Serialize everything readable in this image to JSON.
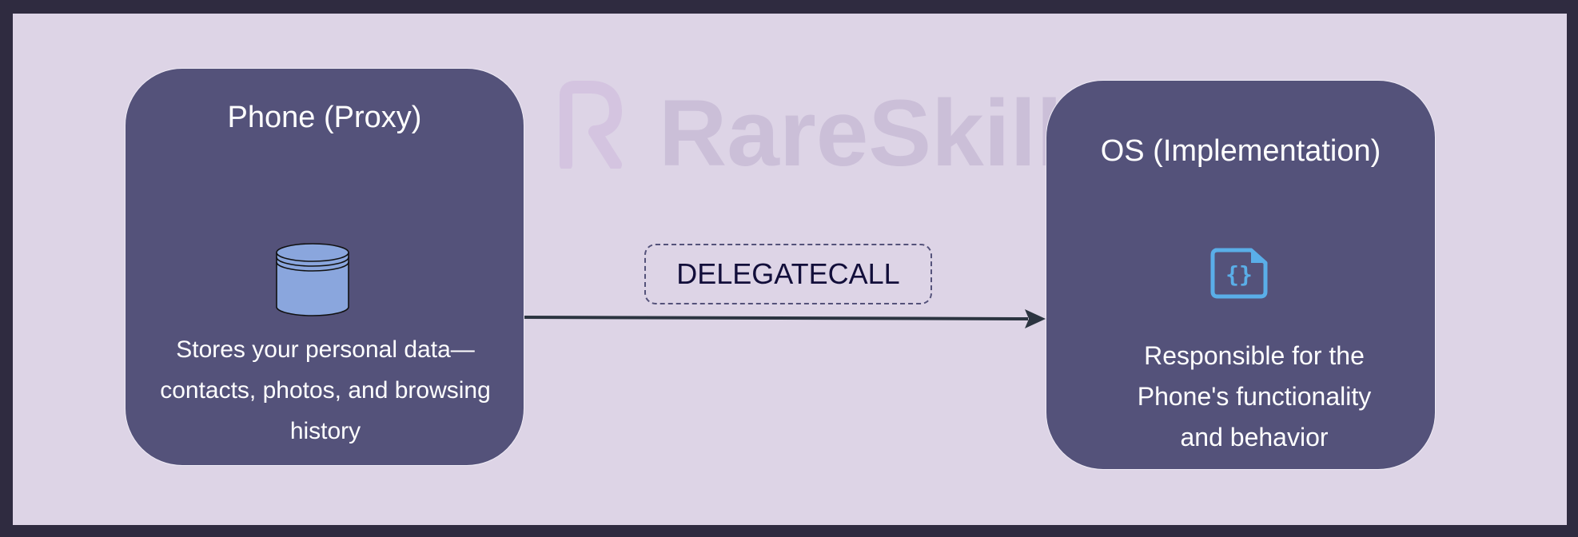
{
  "watermark": {
    "text": "RareSkills"
  },
  "proxy": {
    "title": "Phone (Proxy)",
    "description_lines": [
      "Stores your personal data—",
      "contacts, photos, and browsing",
      "history"
    ],
    "icon": "database-icon"
  },
  "implementation": {
    "title": "OS (Implementation)",
    "description_lines": [
      "Responsible for the",
      "Phone's functionality",
      "and behavior"
    ],
    "icon": "code-file-icon"
  },
  "edge": {
    "label": "DELEGATECALL",
    "from": "proxy",
    "to": "implementation"
  },
  "colors": {
    "background": "#ddd4e6",
    "frame": "#2f2b40",
    "card_fill": "#54527a",
    "arrow": "#2b3440",
    "db_fill": "#8aa6dd",
    "code_icon": "#5aaee8"
  }
}
